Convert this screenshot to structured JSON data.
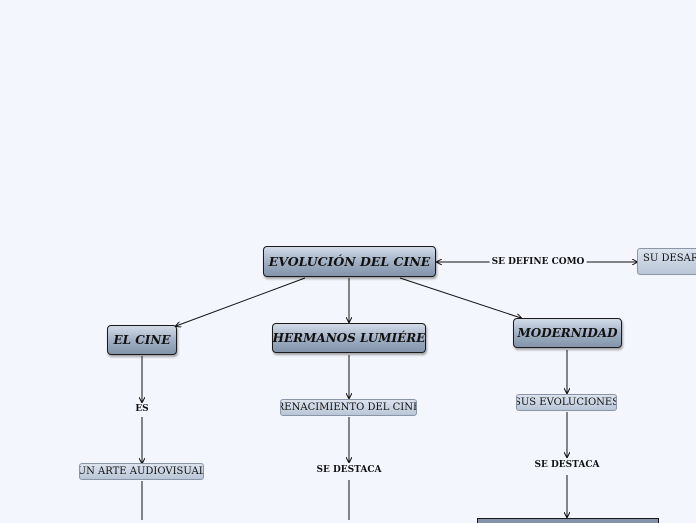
{
  "nodes": {
    "root": "EVOLUCIÓN DEL CINE",
    "desarrollo": "SU DESARROLLO",
    "el_cine": "EL CINE",
    "hermanos": "HERMANOS LUMIÉRE",
    "modernidad": "MODERNIDAD",
    "renacimiento": "RENACIMIENTO DEL CINE",
    "evoluciones": "SUS EVOLUCIONES",
    "arte": "UN ARTE AUDIOVISUAL"
  },
  "links": {
    "define": "SE DEFINE COMO",
    "es": "ES",
    "destaca_1": "SE DESTACA",
    "destaca_2": "SE DESTACA"
  }
}
